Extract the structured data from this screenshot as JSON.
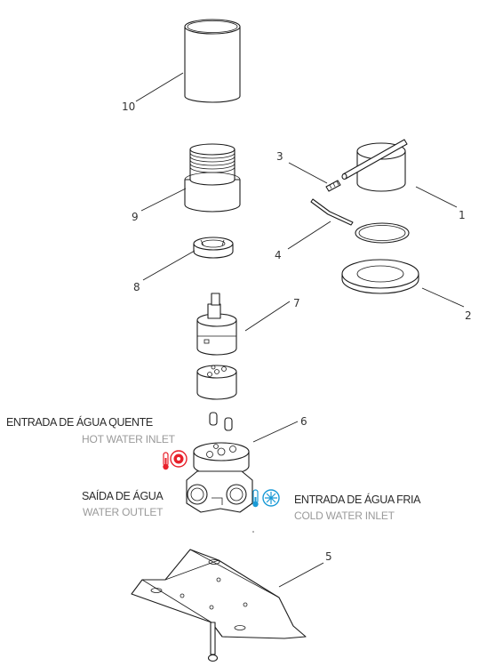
{
  "callouts": [
    "1",
    "2",
    "3",
    "4",
    "5",
    "6",
    "7",
    "8",
    "9",
    "10"
  ],
  "hot_inlet": {
    "pt": "ENTRADA DE ÁGUA QUENTE",
    "en": "HOT WATER INLET",
    "color": "#e8212b"
  },
  "outlet": {
    "pt": "SAÍDA DE ÁGUA",
    "en": "WATER OUTLET"
  },
  "cold_inlet": {
    "pt": "ENTRADA DE ÁGUA FRIA",
    "en": "COLD WATER INLET",
    "color": "#1a9ad6"
  }
}
